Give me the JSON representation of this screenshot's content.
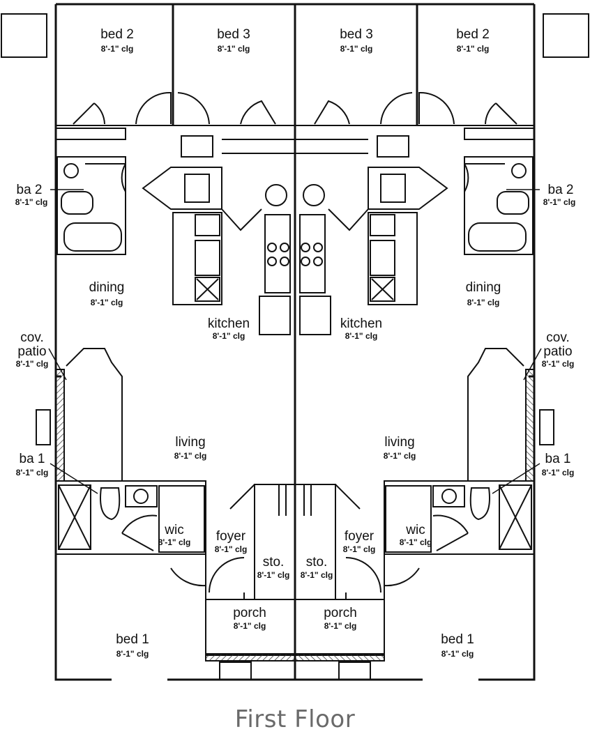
{
  "plan": {
    "title": "First Floor",
    "clg": "8'-1\" clg",
    "rooms": {
      "bed2": "bed 2",
      "bed3": "bed 3",
      "ba2": "ba 2",
      "dining": "dining",
      "kitchen": "kitchen",
      "cov_patio_line1": "cov.",
      "cov_patio_line2": "patio",
      "living": "living",
      "ba1": "ba 1",
      "wic": "wic",
      "foyer": "foyer",
      "sto": "sto.",
      "porch": "porch",
      "bed1": "bed 1"
    }
  }
}
